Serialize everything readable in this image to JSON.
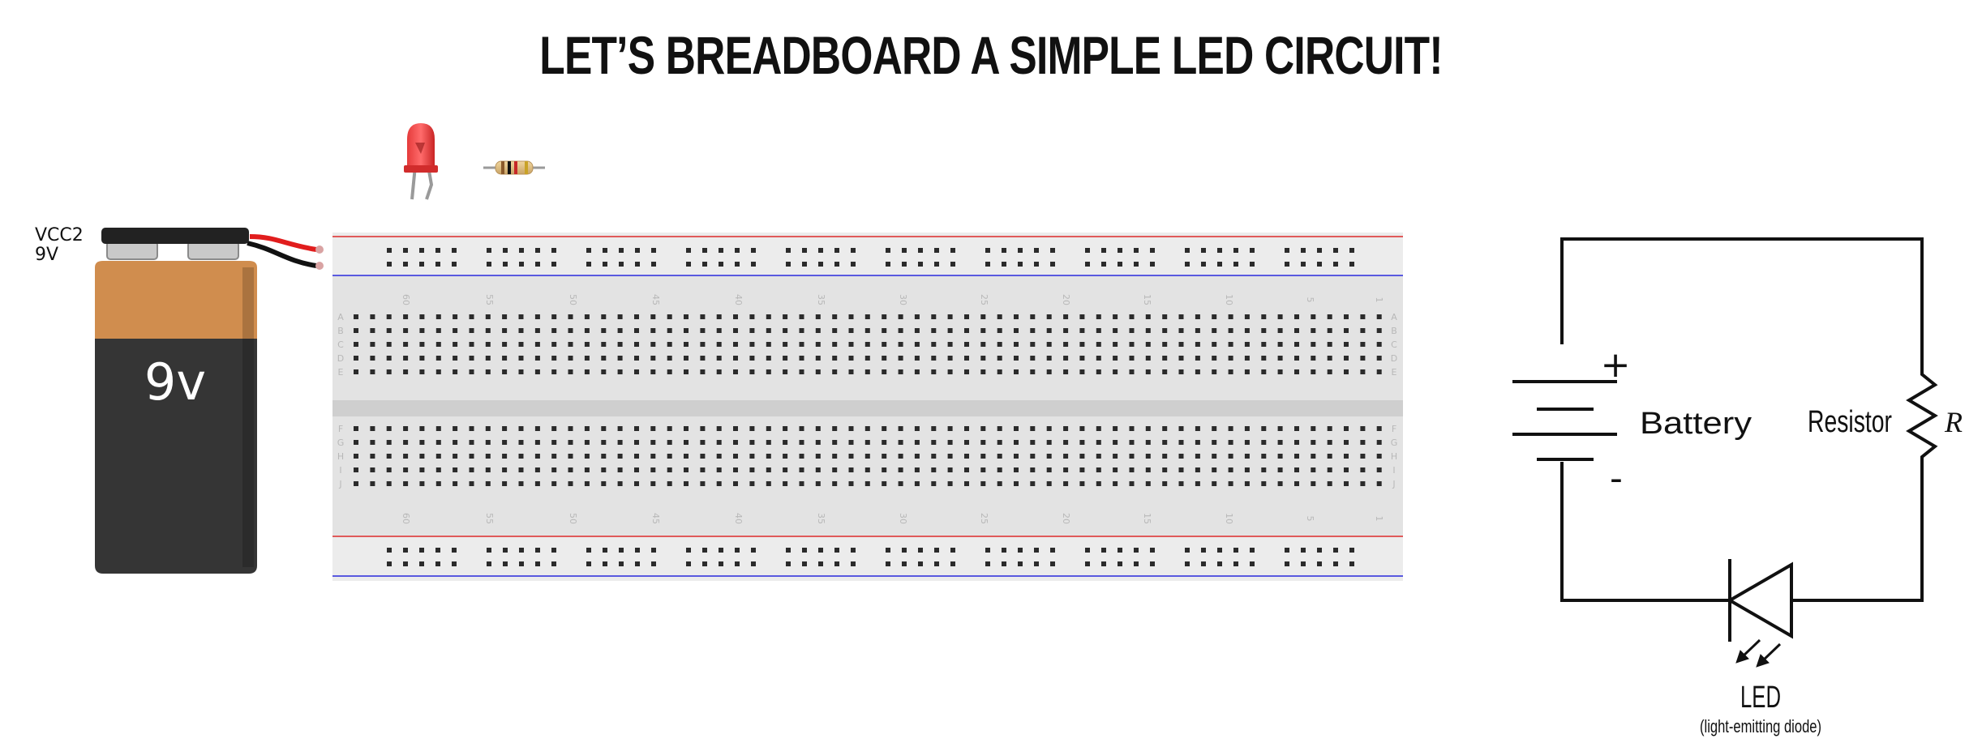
{
  "title": "LET’S BREADBOARD A SIMPLE LED CIRCUIT!",
  "battery": {
    "label_line1": "VCC2",
    "label_line2": "9V",
    "face_text": "9v",
    "colors": {
      "copper": "#d08d4e",
      "body": "#353535",
      "cap": "#222222"
    }
  },
  "breadboard": {
    "column_numbers": [
      "60",
      "55",
      "50",
      "45",
      "40",
      "35",
      "30",
      "25",
      "20",
      "15",
      "10",
      "5",
      "1"
    ],
    "rows_top": [
      "A",
      "B",
      "C",
      "D",
      "E"
    ],
    "rows_bottom": [
      "F",
      "G",
      "H",
      "I",
      "J"
    ],
    "colors": {
      "board": "#e3e3e3",
      "rail_red": "#e05a5a",
      "rail_blue": "#5a5ae0",
      "hole": "#2b2b2b"
    }
  },
  "schematic": {
    "battery_label": "Battery",
    "resistor_label": "Resistor",
    "resistor_symbol": "R",
    "plus_sign": "+",
    "minus_sign": "-",
    "led_label": "LED",
    "led_sublabel": "(light-emitting diode)"
  }
}
